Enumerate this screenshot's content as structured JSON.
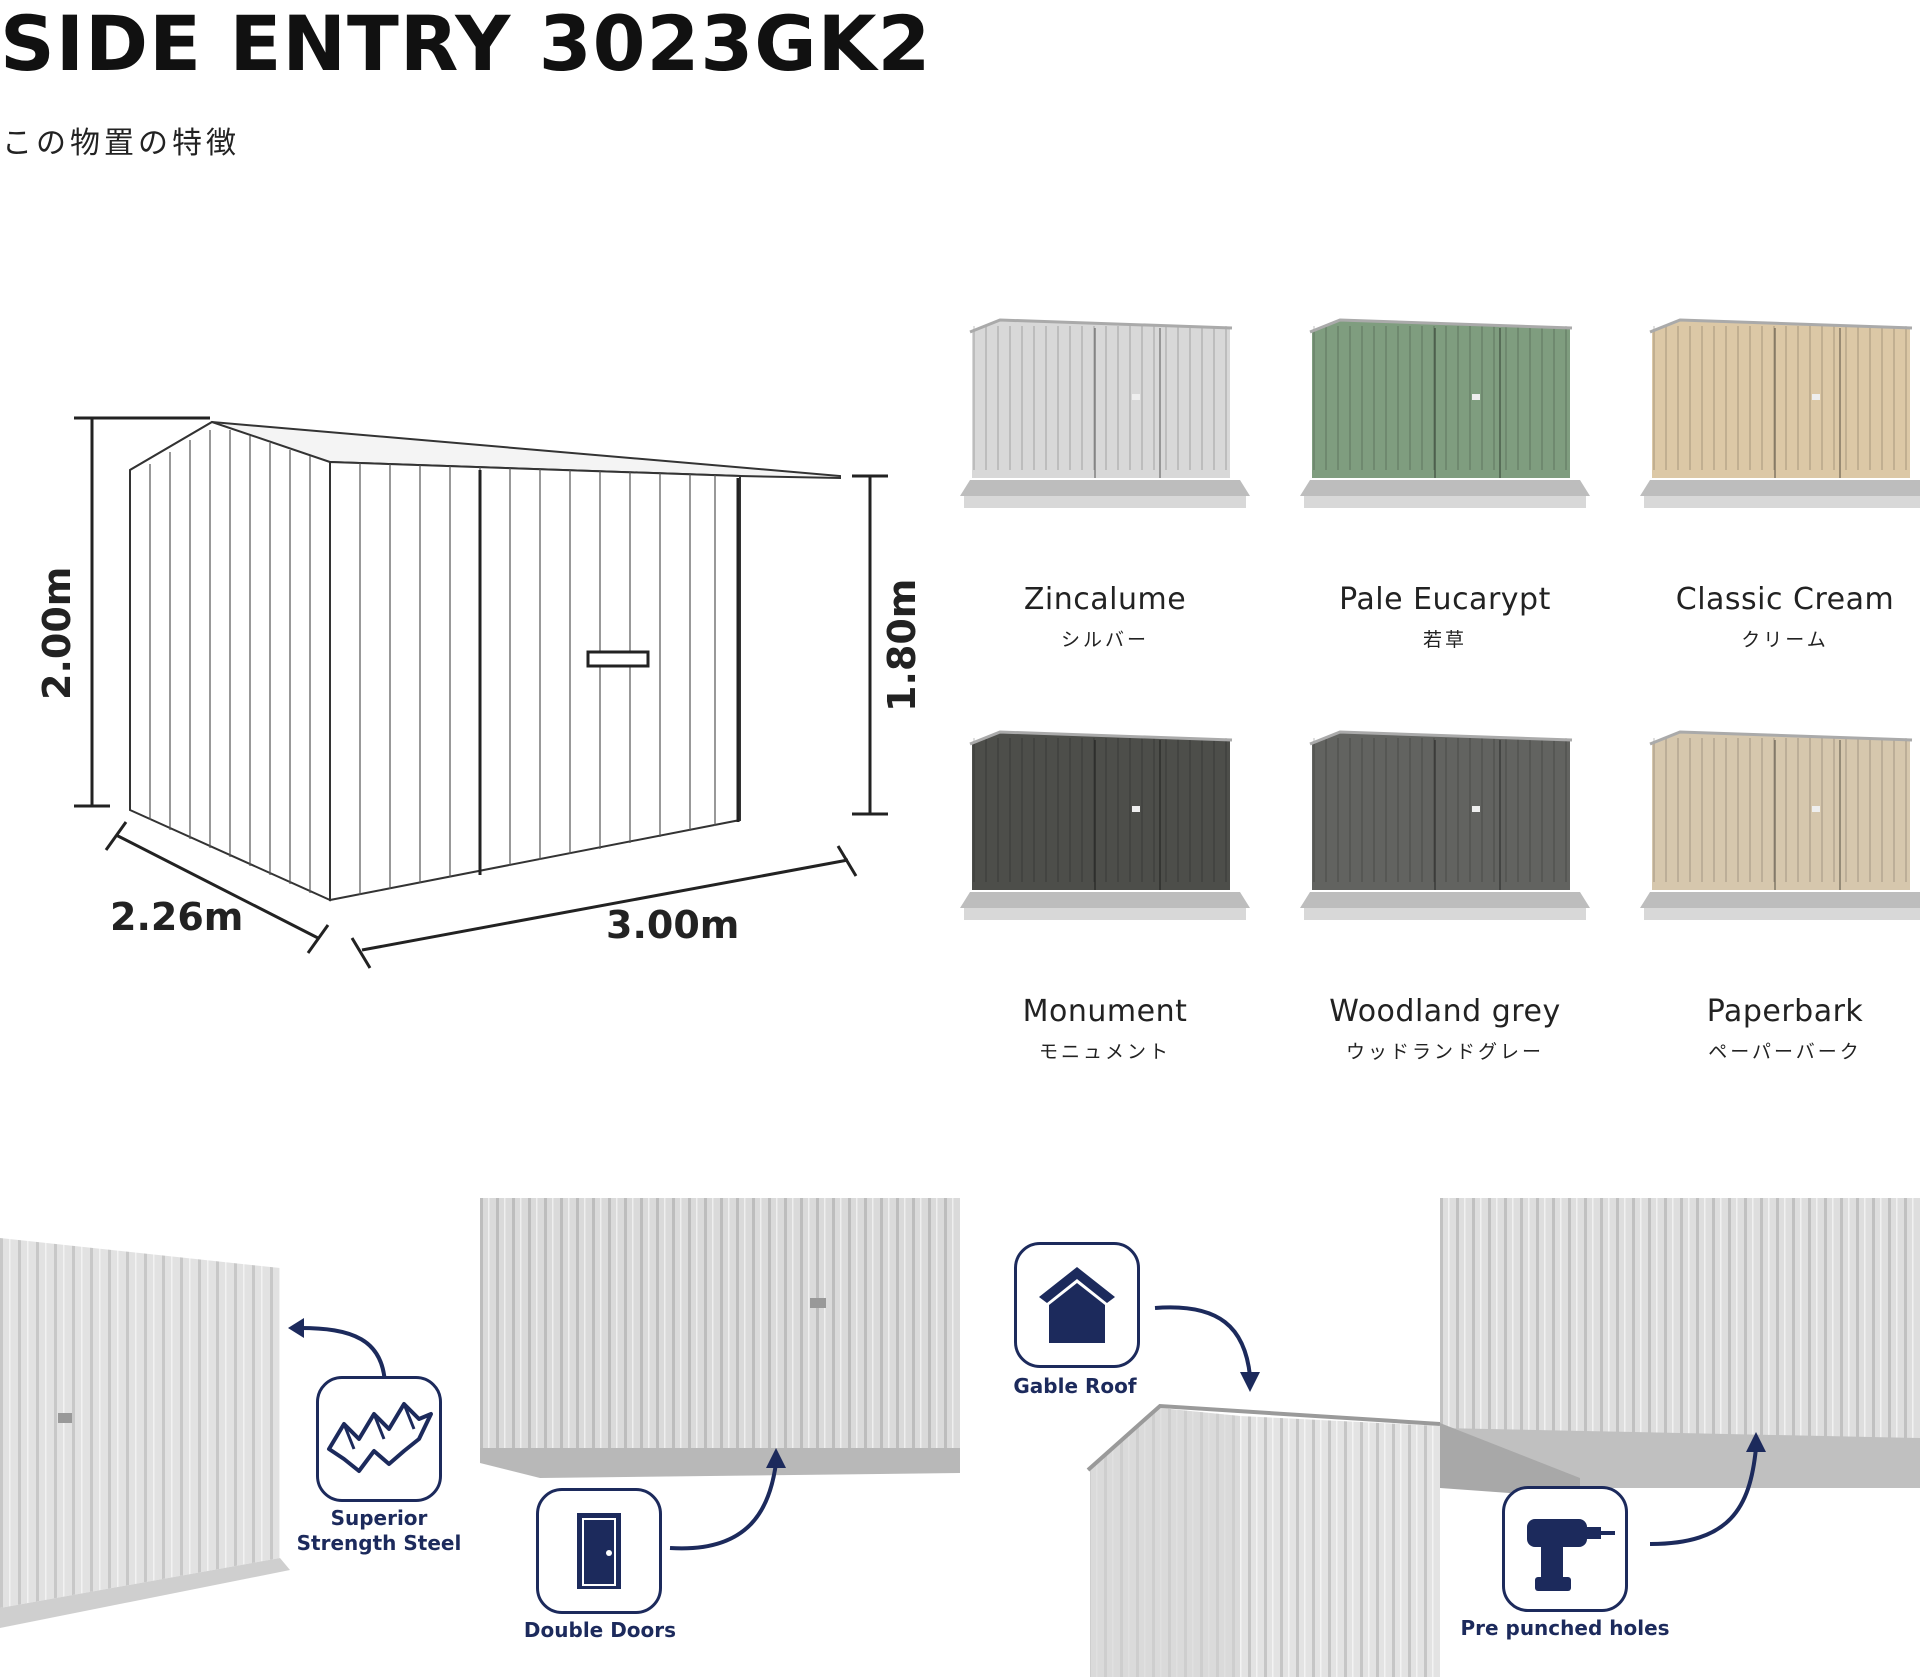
{
  "header": {
    "title": "SIDE ENTRY 3023GK2",
    "subtitle": "この物置の特徴"
  },
  "dimensions": {
    "height_total": "2.00m",
    "height_wall": "1.80m",
    "depth": "2.26m",
    "width": "3.00m"
  },
  "colors": [
    {
      "name": "Zincalume",
      "jp": "シルバー",
      "hex": "#d8d8d8"
    },
    {
      "name": "Pale Eucarypt",
      "jp": "若草",
      "hex": "#7f9d7f"
    },
    {
      "name": "Classic Cream",
      "jp": "クリーム",
      "hex": "#dcc8a6"
    },
    {
      "name": "Monument",
      "jp": "モニュメント",
      "hex": "#4d4e4a"
    },
    {
      "name": "Woodland grey",
      "jp": "ウッドランドグレー",
      "hex": "#626360"
    },
    {
      "name": "Paperbark",
      "jp": "ペーパーバーク",
      "hex": "#d6c7ad"
    }
  ],
  "features": {
    "steel": "Superior Strength Steel",
    "doors": "Double Doors",
    "roof": "Gable Roof",
    "holes": "Pre punched holes"
  },
  "theme": {
    "accent": "#1c2a5c"
  }
}
